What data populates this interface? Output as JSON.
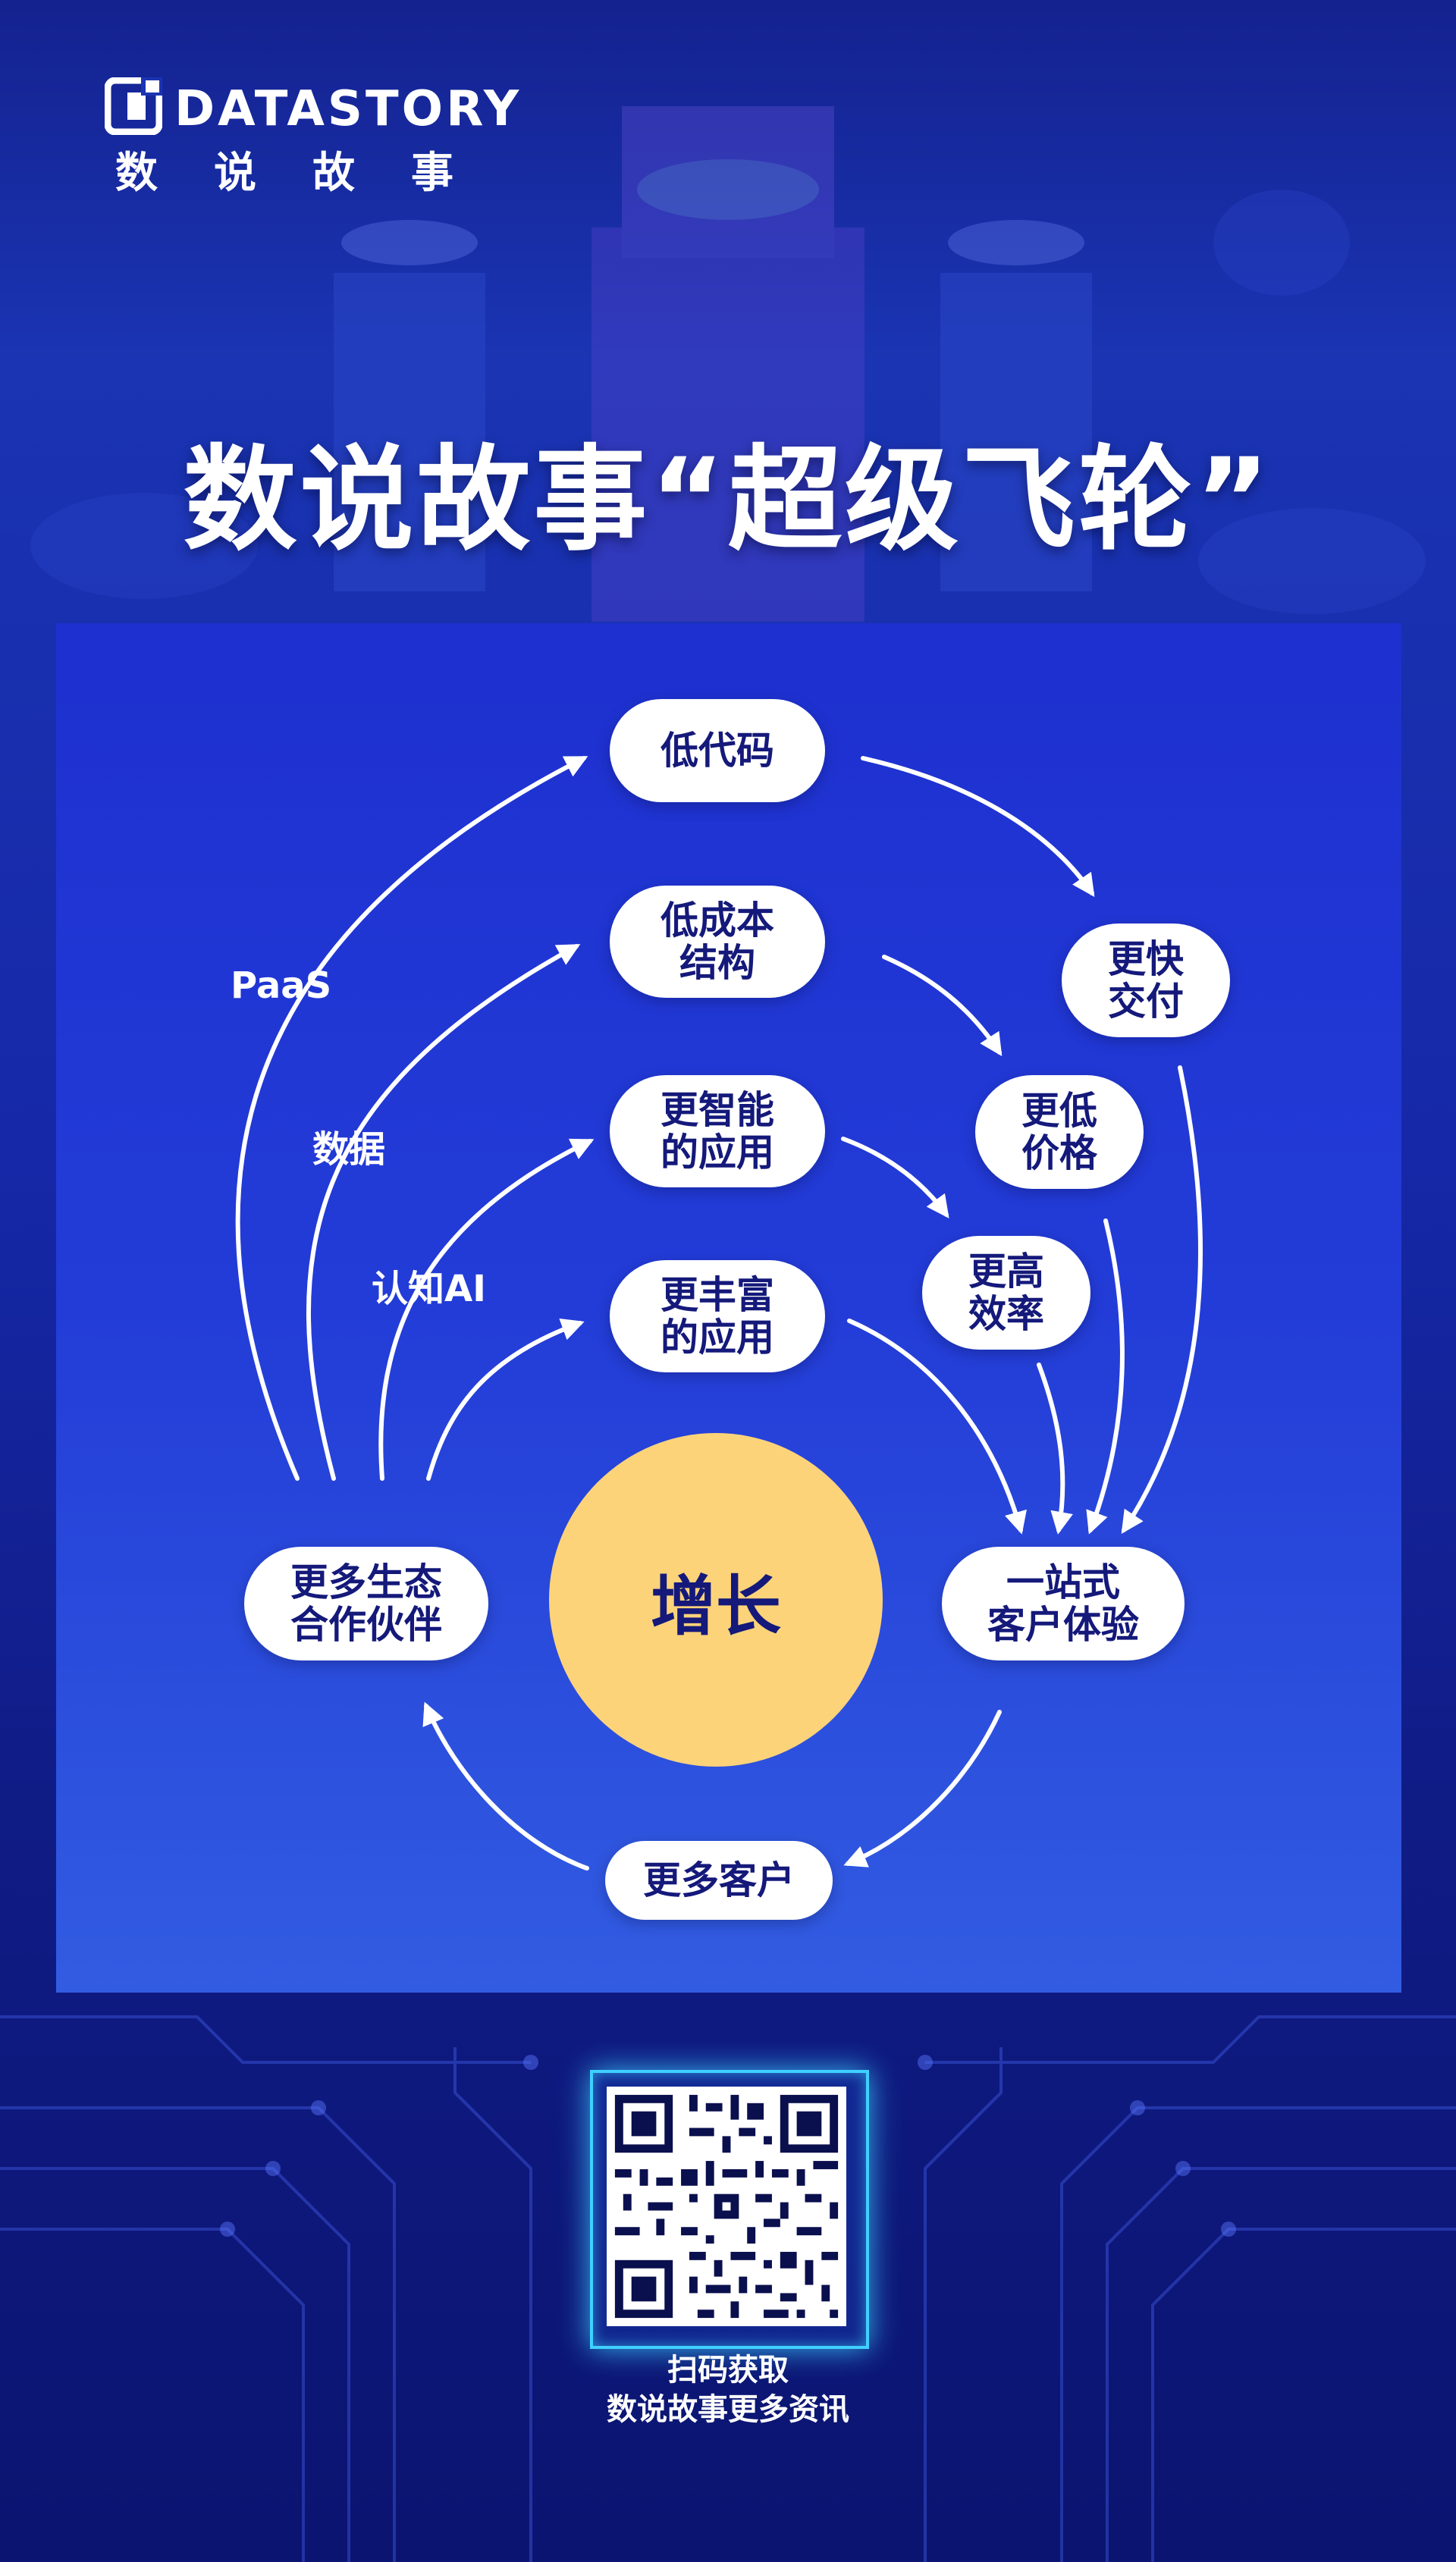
{
  "brand": {
    "wordmark": "DATASTORY",
    "chinese_name": "数说故事"
  },
  "title": "数说故事“超级飞轮”",
  "diagram": {
    "center": "增长",
    "nodes": {
      "low_code": "低代码",
      "low_cost": "低成本\n结构",
      "smarter_apps": "更智能\n的应用",
      "richer_apps": "更丰富\n的应用",
      "faster_delivery": "更快\n交付",
      "lower_price": "更低\n价格",
      "higher_efficiency": "更高\n效率",
      "one_stop": "一站式\n客户体验",
      "more_customers": "更多客户",
      "more_partners": "更多生态\n合作伙伴"
    },
    "edge_labels": {
      "paas": "PaaS",
      "data": "数据",
      "cognitive_ai": "认知AI"
    }
  },
  "qr": {
    "caption_line1": "扫码获取",
    "caption_line2": "数说故事更多资讯"
  },
  "colors": {
    "background": "#1628a8",
    "panel": "#2a44d8",
    "node": "#ffffff",
    "node_text": "#14197a",
    "hub": "#fdd37a",
    "qr_glow": "#3fd0ff"
  }
}
